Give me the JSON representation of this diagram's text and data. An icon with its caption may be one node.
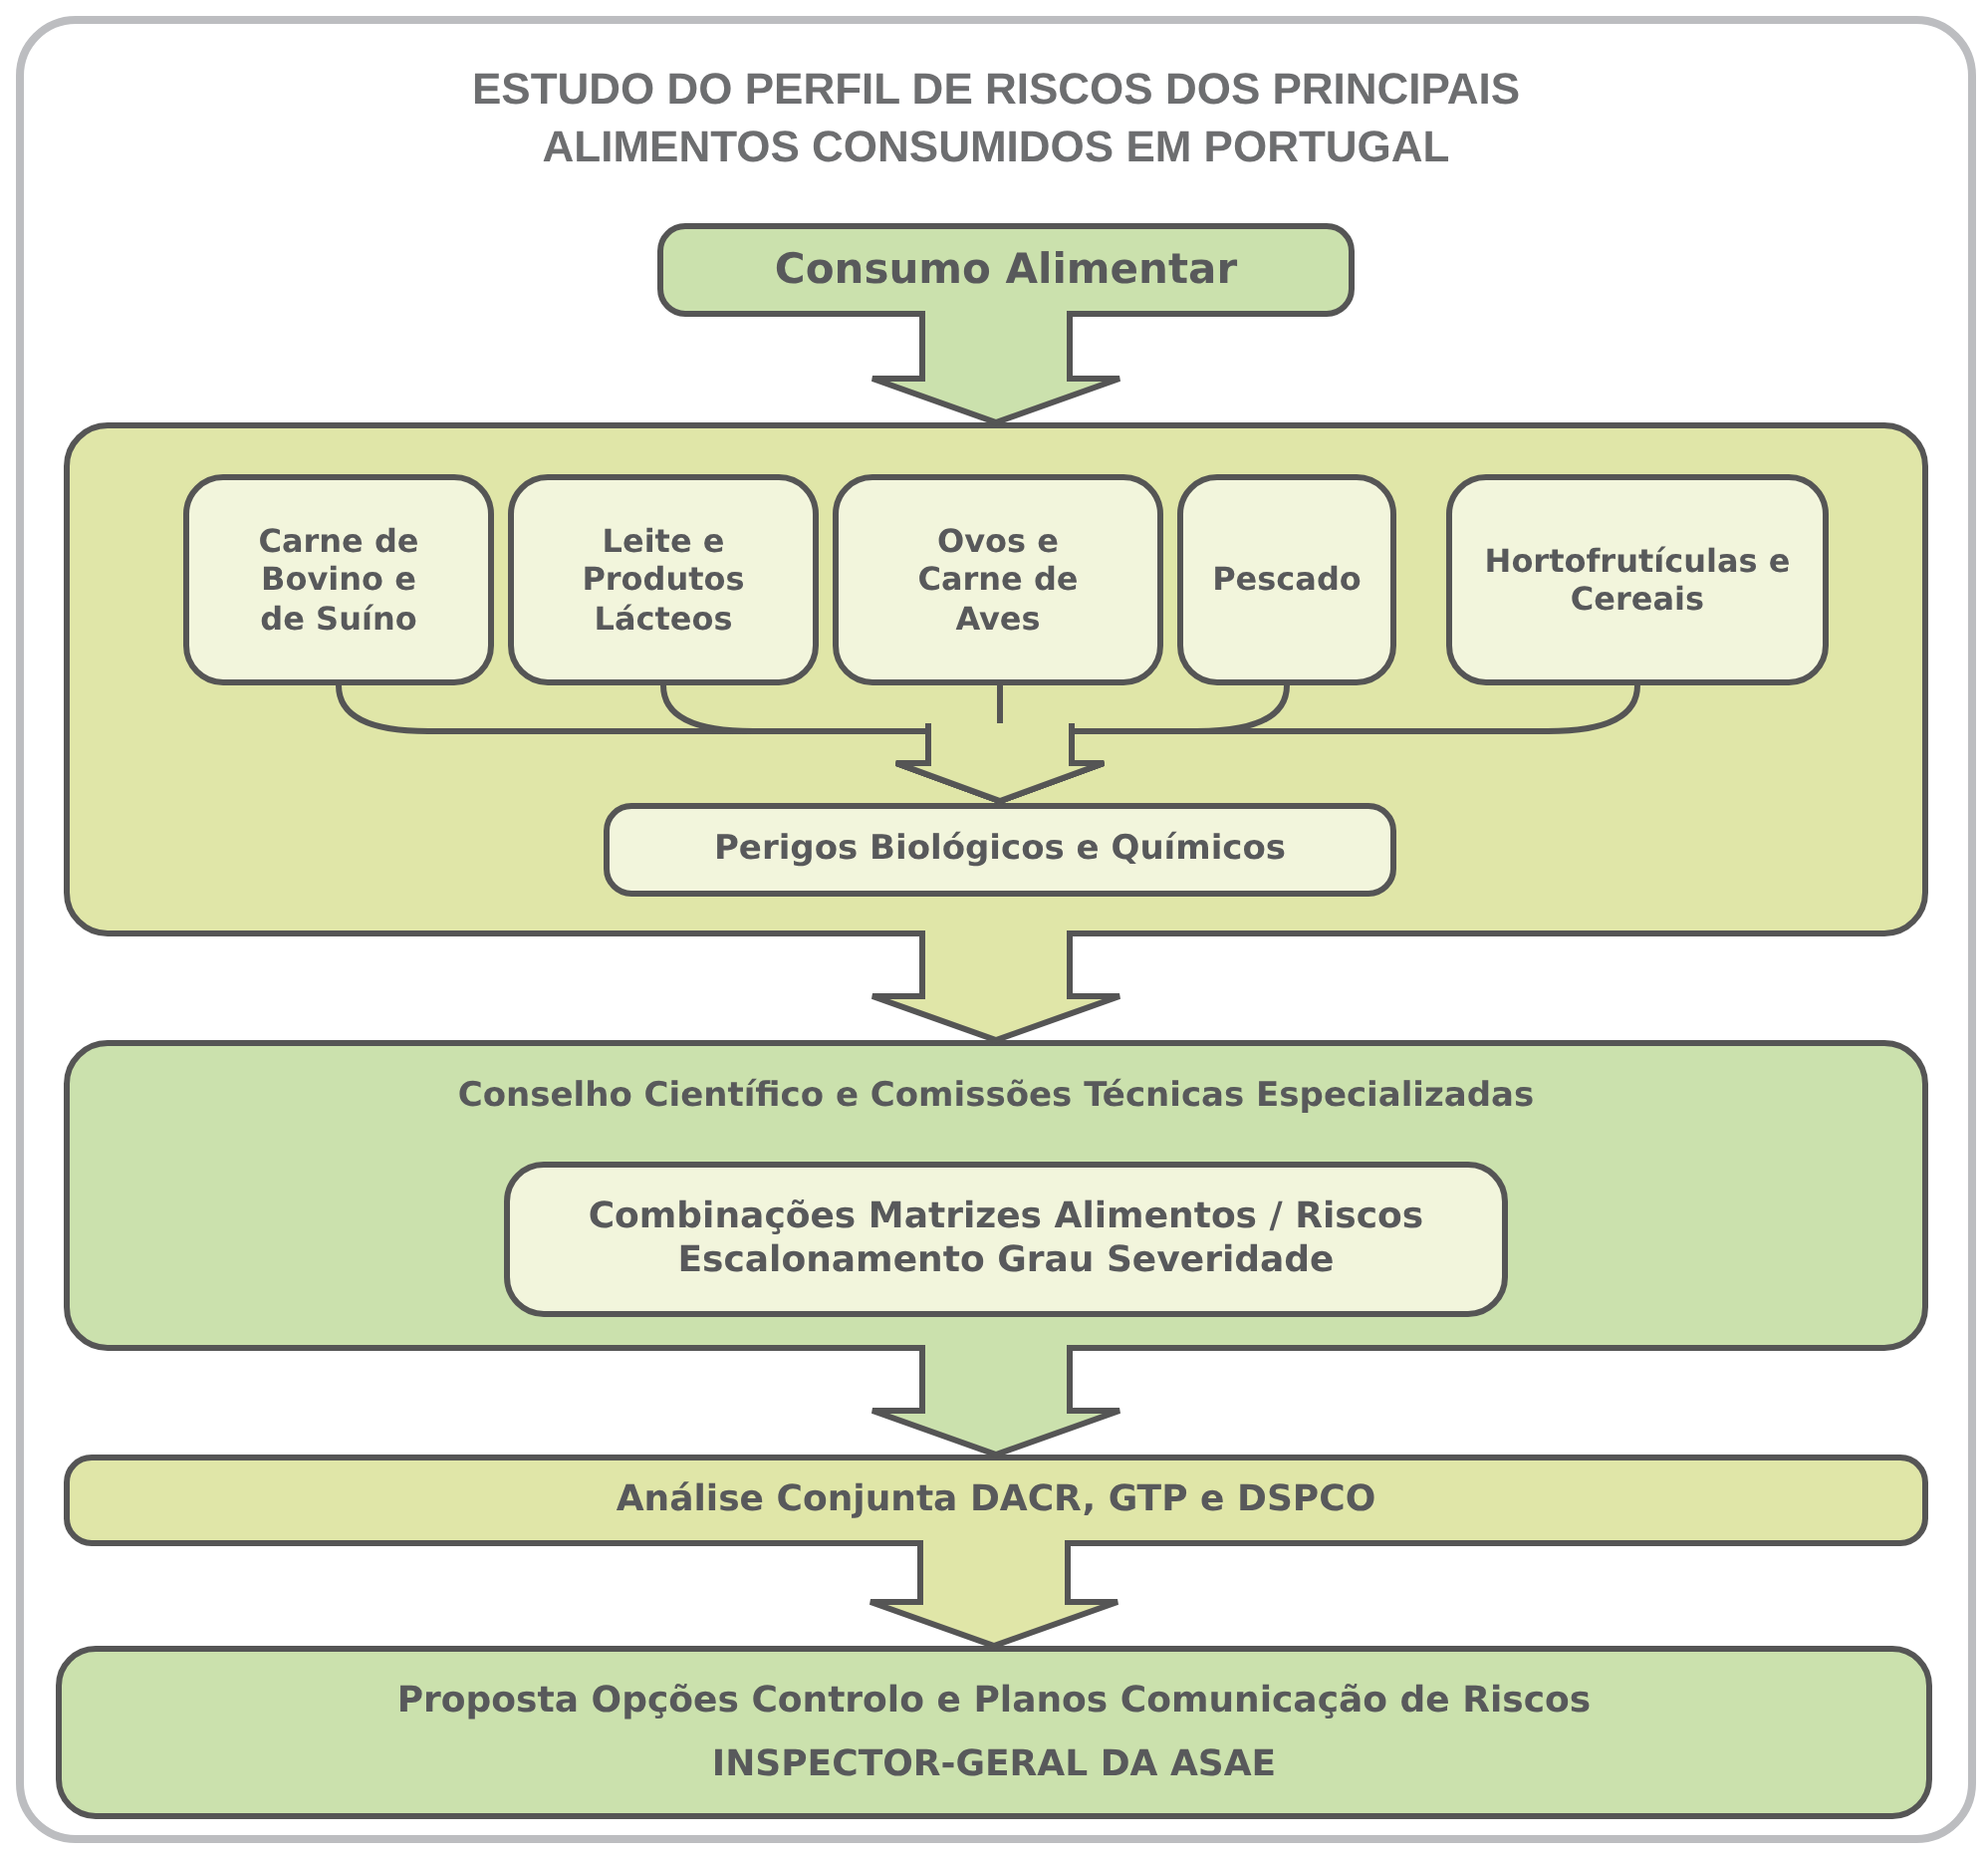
{
  "diagram": {
    "title": "ESTUDO DO PERFIL DE RISCOS DOS PRINCIPAIS ALIMENTOS CONSUMIDOS EM PORTUGAL",
    "nodes": [
      {
        "text": [
          "Consumo Alimentar"
        ]
      },
      {
        "text": [],
        "shape": "box"
      },
      {
        "text": [
          "Carne de Bovino e de Suíno"
        ],
        "in": 1
      },
      {
        "text": [
          "Leite e Produtos Lácteos"
        ],
        "in": 1
      },
      {
        "text": [
          "Ovos e Carne de Aves"
        ],
        "in": 1
      },
      {
        "text": [
          "Pescado"
        ],
        "in": 1
      },
      {
        "text": [
          "Hortofrutículas e Cereais"
        ],
        "in": 1
      },
      {
        "text": [
          "Perigos Biológicos e Químicos"
        ],
        "in": 1
      },
      {
        "text": [
          "Conselho Científico e Comissões Técnicas Especializadas"
        ]
      },
      {
        "text": [
          "Combinações Matrizes Alimentos / Riscos",
          "Escalonamento Grau Severidade"
        ],
        "in": 8
      },
      {
        "text": [
          "Análise Conjunta DACR, GTP e DSPCO"
        ]
      },
      {
        "text": [
          "Proposta Opções Controlo e Planos Comunicação de Riscos",
          "INSPECTOR-GERAL DA ASAE"
        ]
      }
    ],
    "edges": [
      {
        "from": 0,
        "to": 1,
        "arrow": "to"
      },
      {
        "from": 2,
        "to": 7,
        "arrow": "to"
      },
      {
        "from": 3,
        "to": 7,
        "arrow": "to"
      },
      {
        "from": 4,
        "to": 7,
        "arrow": "to"
      },
      {
        "from": 5,
        "to": 7,
        "arrow": "to"
      },
      {
        "from": 6,
        "to": 7,
        "arrow": "to"
      },
      {
        "from": 1,
        "to": 8,
        "arrow": "to"
      },
      {
        "from": 8,
        "to": 10,
        "arrow": "to"
      },
      {
        "from": 10,
        "to": 11,
        "arrow": "to"
      }
    ]
  }
}
